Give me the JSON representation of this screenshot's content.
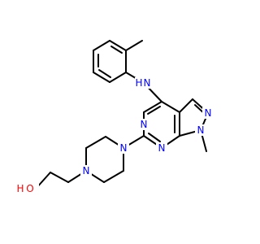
{
  "colors": {
    "carbon_bond": "#000000",
    "nitrogen": "#0000ff",
    "oxygen": "#ff0000",
    "background": "#ffffff"
  },
  "atom_labels": {
    "n_amine_h": "H",
    "n_amine": "N",
    "n_pyr_upper": "N",
    "n_pyr_lower": "N",
    "n_pyrazole_eq": "N",
    "n_pyrazole_1": "N",
    "n_pip_top": "N",
    "n_pip_bottom": "N",
    "o_hydroxyl": "O",
    "h_hydroxyl": "H"
  }
}
